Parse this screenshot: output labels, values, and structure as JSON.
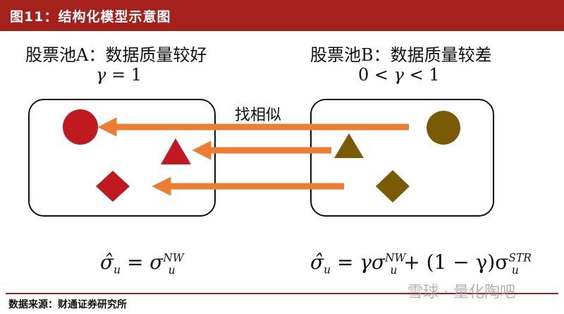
{
  "header": {
    "title": "图11：结构化模型示意图"
  },
  "pool_a": {
    "title": "股票池A：数据质量较好",
    "gamma_symbol": "γ",
    "gamma_rest": " = 1",
    "formula_left": "σ̂",
    "formula_eq": " = σ",
    "formula_sup": "NW",
    "formula_sub": "u"
  },
  "pool_b": {
    "title": "股票池B：数据质量较差",
    "gamma_prefix": "0 < ",
    "gamma_symbol": "γ",
    "gamma_suffix": " < 1",
    "formula_left": "σ̂",
    "formula_mid": " = γσ",
    "formula_sup1": "NW",
    "formula_plus": " + (1 − γ)σ",
    "formula_sup2": "STR",
    "formula_sub": "u"
  },
  "arrow_label": "找相似",
  "footer": {
    "source": "数据来源：财通证券研究所"
  },
  "watermark": "雪球 · 量化陶吧",
  "colors": {
    "brand": "#a5211b",
    "pool_a_shapes": "#c0191f",
    "pool_b_shapes": "#7b5a05",
    "arrows": "#ed7d31"
  }
}
